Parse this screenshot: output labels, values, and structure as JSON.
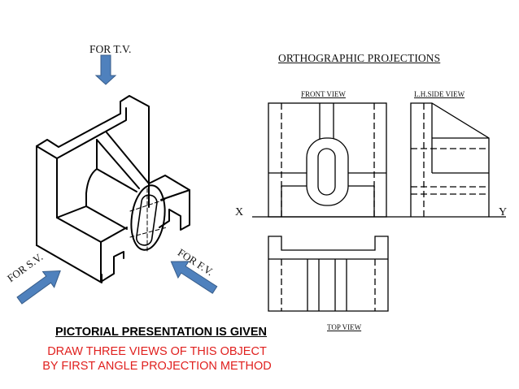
{
  "pictorial": {
    "arrow_top_label": "FOR T.V.",
    "arrow_left_label": "FOR S.V.",
    "arrow_right_label": "FOR F.V.",
    "arrow_color": "#4f81bd",
    "arrow_outline": "#385d8a"
  },
  "projections": {
    "title": "ORTHOGRAPHIC PROJECTIONS",
    "front_view_label": "FRONT VIEW",
    "side_view_label": "L.H.SIDE VIEW",
    "top_view_label": "TOP VIEW",
    "reference_line": {
      "x_label": "X",
      "y_label": "Y"
    }
  },
  "instructions": {
    "title": "PICTORIAL PRESENTATION IS GIVEN",
    "line1": "DRAW THREE VIEWS OF THIS OBJECT",
    "line2": "BY FIRST ANGLE PROJECTION METHOD",
    "text_color": "#e0201e"
  }
}
